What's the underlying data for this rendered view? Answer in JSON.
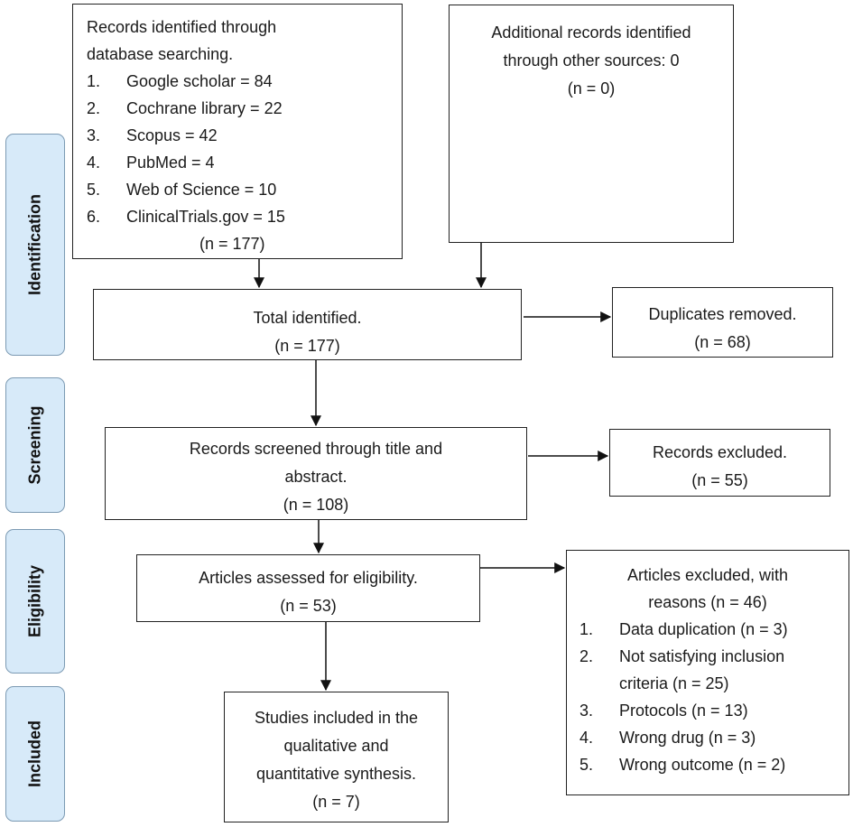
{
  "stages": {
    "identification": "Identification",
    "screening": "Screening",
    "eligibility": "Eligibility",
    "included": "Included"
  },
  "database_search": {
    "title_line1": "Records identified through",
    "title_line2": "database searching.",
    "items": [
      {
        "num": "1.",
        "label": "Google scholar = 84"
      },
      {
        "num": "2.",
        "label": "Cochrane library = 22"
      },
      {
        "num": "3.",
        "label": "Scopus = 42"
      },
      {
        "num": "4.",
        "label": "PubMed = 4"
      },
      {
        "num": "5.",
        "label": "Web of Science = 10"
      },
      {
        "num": "6.",
        "label": "ClinicalTrials.gov = 15"
      }
    ],
    "total": "(n = 177)"
  },
  "other_sources": {
    "line1": "Additional records identified",
    "line2": "through other sources: 0",
    "count": "(n = 0)"
  },
  "total_identified": {
    "label": "Total identified.",
    "count": "(n = 177)"
  },
  "duplicates": {
    "label": "Duplicates removed.",
    "count": "(n = 68)"
  },
  "screened": {
    "line1": "Records screened through title and",
    "line2": "abstract.",
    "count": "(n = 108)"
  },
  "excluded_records": {
    "label": "Records excluded.",
    "count": "(n = 55)"
  },
  "assessed": {
    "label": "Articles assessed for eligibility.",
    "count": "(n = 53)"
  },
  "excluded_articles": {
    "title_line1": "Articles excluded, with",
    "title_line2": "reasons (n = 46)",
    "items": [
      {
        "num": "1.",
        "lines": [
          "Data duplication (n = 3)"
        ]
      },
      {
        "num": "2.",
        "lines": [
          "Not satisfying inclusion",
          "criteria (n = 25)"
        ]
      },
      {
        "num": "3.",
        "lines": [
          "Protocols (n = 13)"
        ]
      },
      {
        "num": "4.",
        "lines": [
          "Wrong drug (n = 3)"
        ]
      },
      {
        "num": "5.",
        "lines": [
          "Wrong outcome (n = 2)"
        ]
      }
    ]
  },
  "included": {
    "line1": "Studies included in the",
    "line2": "qualitative and",
    "line3": "quantitative synthesis.",
    "count": "(n = 7)"
  }
}
